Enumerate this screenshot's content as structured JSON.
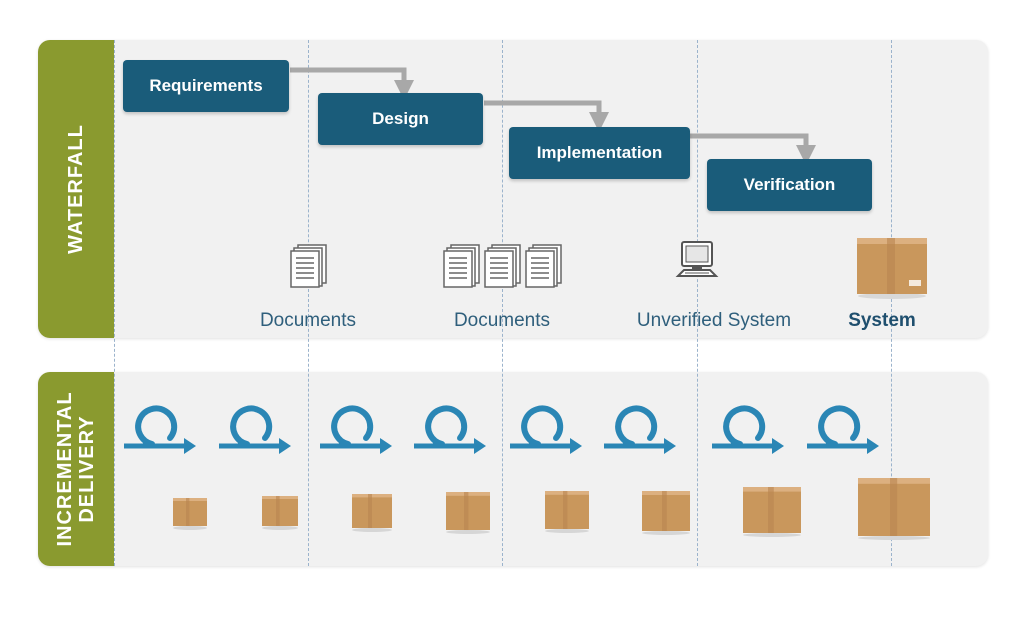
{
  "waterfall": {
    "label": "WATERFALL",
    "stages": [
      "Requirements",
      "Design",
      "Implementation",
      "Verification"
    ],
    "artifacts": [
      "Documents",
      "Documents",
      "Unverified System",
      "System"
    ]
  },
  "incremental": {
    "label_line1": "INCREMENTAL",
    "label_line2": "DELIVERY"
  },
  "colors": {
    "band": "#8a9a2f",
    "stage_box": "#1a5c7a",
    "cycle_arrow": "#2a86b5",
    "box": "#c9975c",
    "label_text": "#2f5f7c"
  },
  "icons": {
    "document": "document-stack-icon",
    "computer": "computer-icon",
    "package": "package-box-icon",
    "cycle": "iteration-cycle-icon"
  }
}
